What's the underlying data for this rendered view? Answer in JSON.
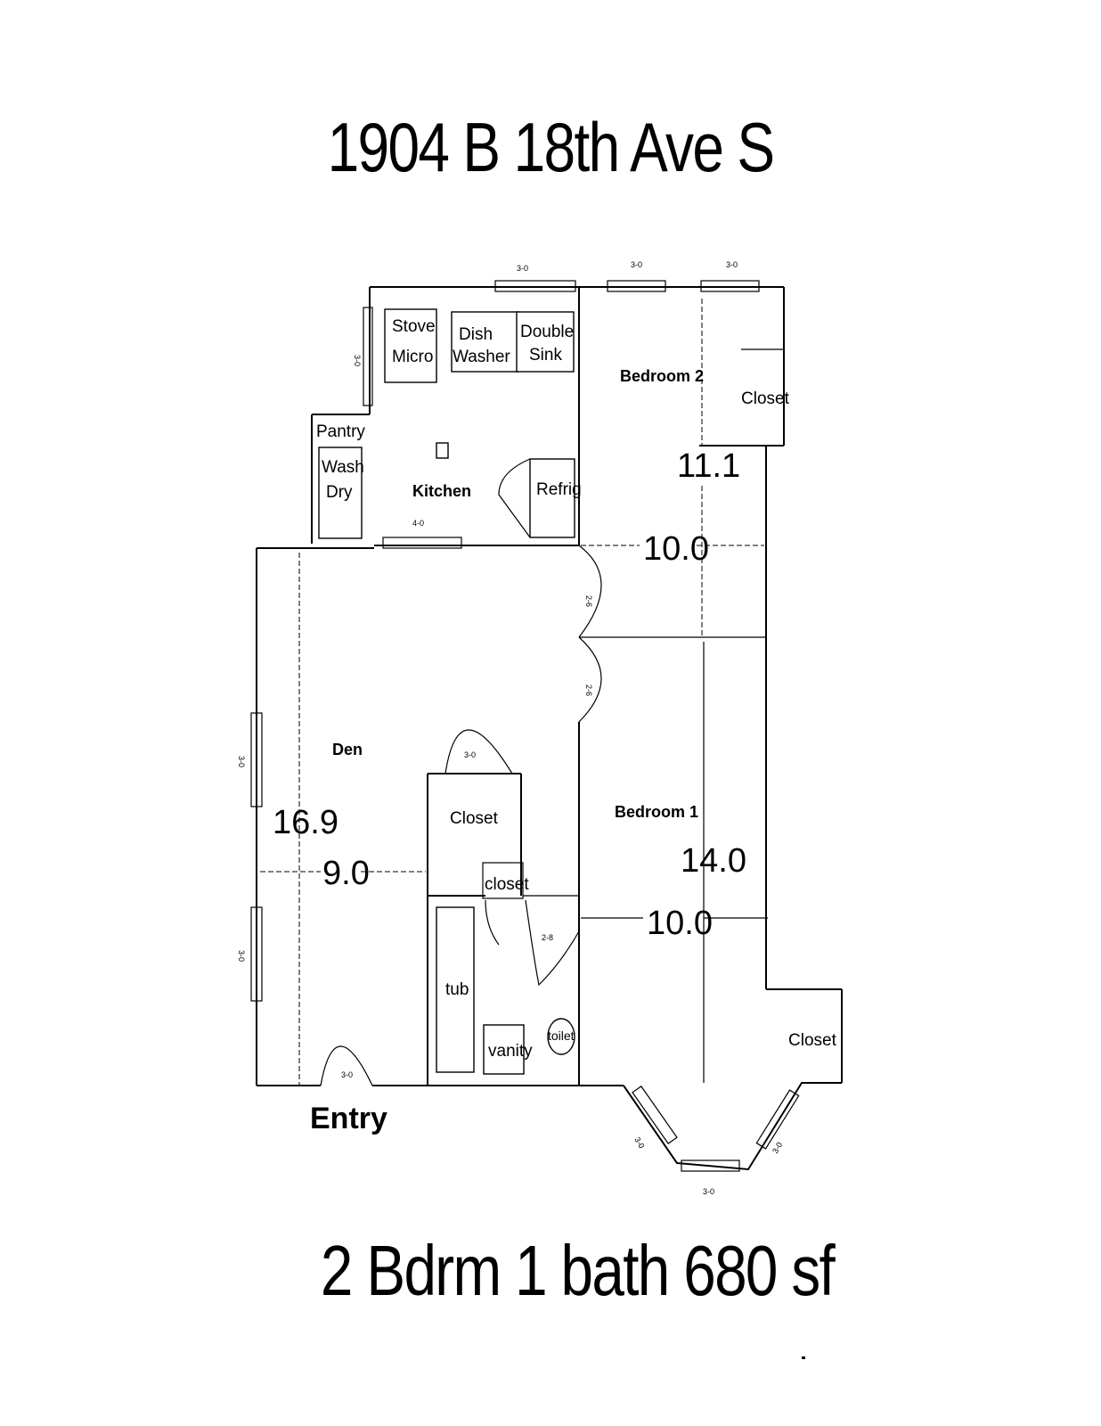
{
  "title": "1904 B 18th Ave S",
  "footer": "2 Bdrm 1 bath 680 sf",
  "rooms": {
    "kitchen": "Kitchen",
    "pantry": "Pantry",
    "den": "Den",
    "bedroom1": "Bedroom 1",
    "bedroom2": "Bedroom 2",
    "closet": "Closet",
    "closet_small": "closet",
    "entry": "Entry"
  },
  "fixtures": {
    "stove_l1": "Stove",
    "stove_l2": "Micro",
    "dish_l1": "Dish",
    "dish_l2": "Washer",
    "sink_l1": "Double",
    "sink_l2": "Sink",
    "wash_l1": "Wash",
    "wash_l2": "Dry",
    "refrig": "Refrig",
    "tub": "tub",
    "vanity": "vanity",
    "toilet": "toilet"
  },
  "dimensions": {
    "den_length": "16.9",
    "den_width": "9.0",
    "bed2_length": "11.1",
    "bed2_width": "10.0",
    "bed1_length": "14.0",
    "bed1_width": "10.0"
  },
  "openings": {
    "w30": "3-0",
    "w40": "4-0",
    "d26": "2-6",
    "d28": "2-8"
  }
}
